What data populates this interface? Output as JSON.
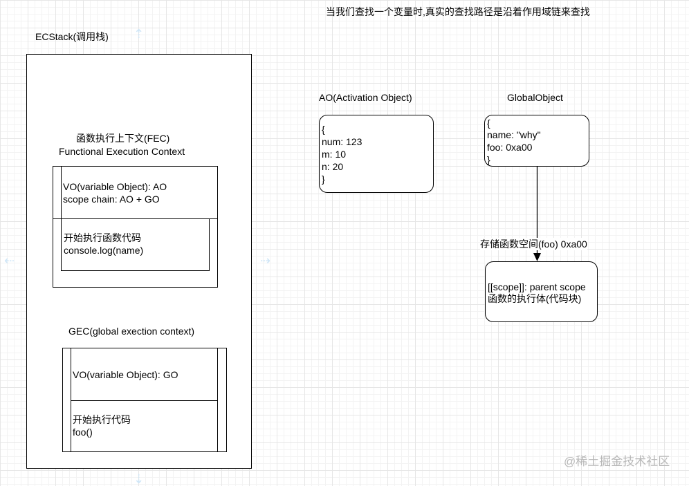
{
  "heading": "当我们查找一个变量时,真实的查找路径是沿着作用域链来查找",
  "ecstack": {
    "title": "ECStack(调用栈)",
    "fec": {
      "title_line1": "函数执行上下文(FEC)",
      "title_line2": "Functional Execution Context",
      "vo_line1": "VO(variable Object): AO",
      "vo_line2": "scope chain: AO + GO",
      "code_line1": "开始执行函数代码",
      "code_line2": "console.log(name)"
    },
    "gec": {
      "title": "GEC(global exection context)",
      "vo": "VO(variable Object): GO",
      "code_line1": "开始执行代码",
      "code_line2": "foo()"
    }
  },
  "ao": {
    "title": "AO(Activation Object)",
    "lines": [
      "{",
      "num: 123",
      "m: 10",
      "n: 20",
      "}"
    ]
  },
  "global_object": {
    "title": "GlobalObject",
    "lines": [
      "{",
      "name: \"why\"",
      "foo: 0xa00",
      "}"
    ]
  },
  "func_space": {
    "title": "存储函数空间(foo) 0xa00",
    "lines": [
      "[[scope]]: parent scope",
      "函数的执行体(代码块)"
    ]
  },
  "watermark": "@稀土掘金技术社区"
}
